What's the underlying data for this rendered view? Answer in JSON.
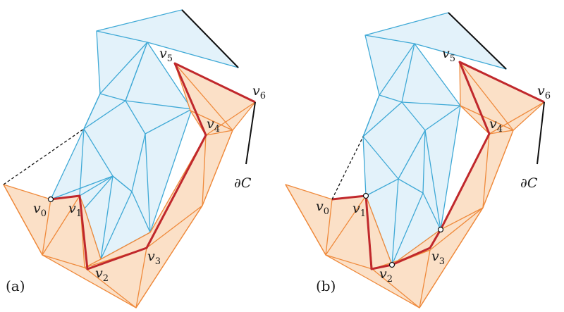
{
  "figure": {
    "panels": [
      {
        "caption": "(a)",
        "vertex_labels": [
          {
            "base": "v",
            "sub": "0"
          },
          {
            "base": "v",
            "sub": "1"
          },
          {
            "base": "v",
            "sub": "2"
          },
          {
            "base": "v",
            "sub": "3"
          },
          {
            "base": "v",
            "sub": "4"
          },
          {
            "base": "v",
            "sub": "5"
          },
          {
            "base": "v",
            "sub": "6"
          }
        ],
        "boundary_label": "∂C"
      },
      {
        "caption": "(b)",
        "vertex_labels": [
          {
            "base": "v",
            "sub": "0"
          },
          {
            "base": "v",
            "sub": "1"
          },
          {
            "base": "v",
            "sub": "2"
          },
          {
            "base": "v",
            "sub": "3"
          },
          {
            "base": "v",
            "sub": "4"
          },
          {
            "base": "v",
            "sub": "5"
          },
          {
            "base": "v",
            "sub": "6"
          }
        ],
        "boundary_label": "∂C"
      }
    ],
    "colors": {
      "blue_fill": "#e3f2fa",
      "blue_stroke": "#3fa9d6",
      "orange_fill": "#fbe0c7",
      "orange_stroke": "#ef8a3c",
      "path_red": "#c0282c",
      "boundary_black": "#111111"
    }
  }
}
